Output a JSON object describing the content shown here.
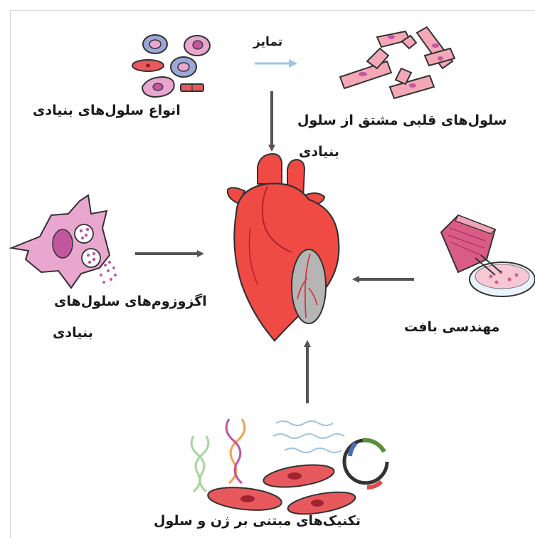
{
  "labels": {
    "differentiation": "تمایز",
    "stem_cell_types": "انواع سلول‌های بنیادی",
    "cardiomyocytes_line1": "سلول‌های قلبی مشتق از سلول",
    "cardiomyocytes_line2": "بنیادی",
    "exosomes_line1": "اگزوزوم‌های سلول‌های",
    "exosomes_line2": "بنیادی",
    "tissue_engineering": "مهندسی بافت",
    "gene_cell_techniques": "تکنیک‌های مبتنی بر ژن و سلول"
  },
  "colors": {
    "arrow_gray": "#555555",
    "arrow_blue": "#9ec4e4",
    "heart_red": "#f04a45",
    "cell_pink": "#e9a6cf",
    "cell_blue": "#9ba7d6",
    "nucleus_magenta": "#c2569f",
    "red_cell": "#e8595e"
  }
}
